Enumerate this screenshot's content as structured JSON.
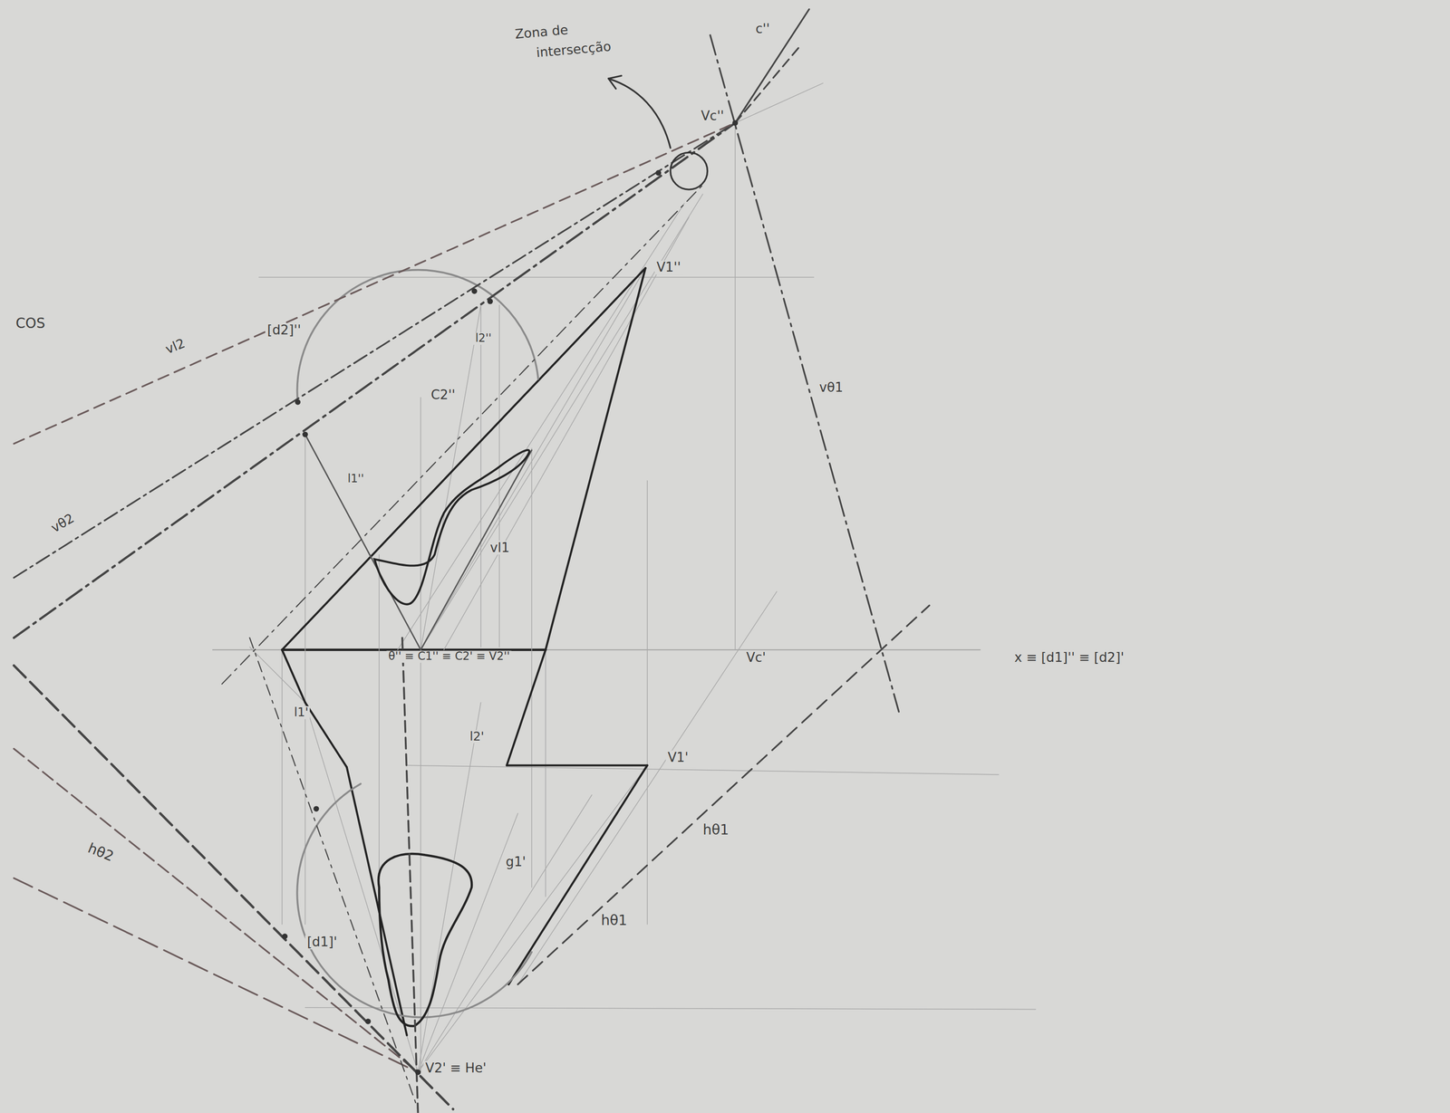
{
  "diagram": {
    "labels": [
      "Zona de",
      "intersecção",
      "c''",
      "Vc''",
      "V1''",
      "[d2]''",
      "vl2",
      "C2''",
      "l2''",
      "l1''",
      "vθ2",
      "vl1",
      "θ'' ≡ C1'' ≡ C2' ≡ V2''",
      "Vc'",
      "vθ1",
      "x ≡ [d1]'' ≡ [d2]'",
      "l1'",
      "l2'",
      "V1'",
      "hθ1",
      "hθ1",
      "hθ2",
      "g1'",
      "[d1]'",
      "V2' ≡ He'",
      "COS"
    ]
  }
}
